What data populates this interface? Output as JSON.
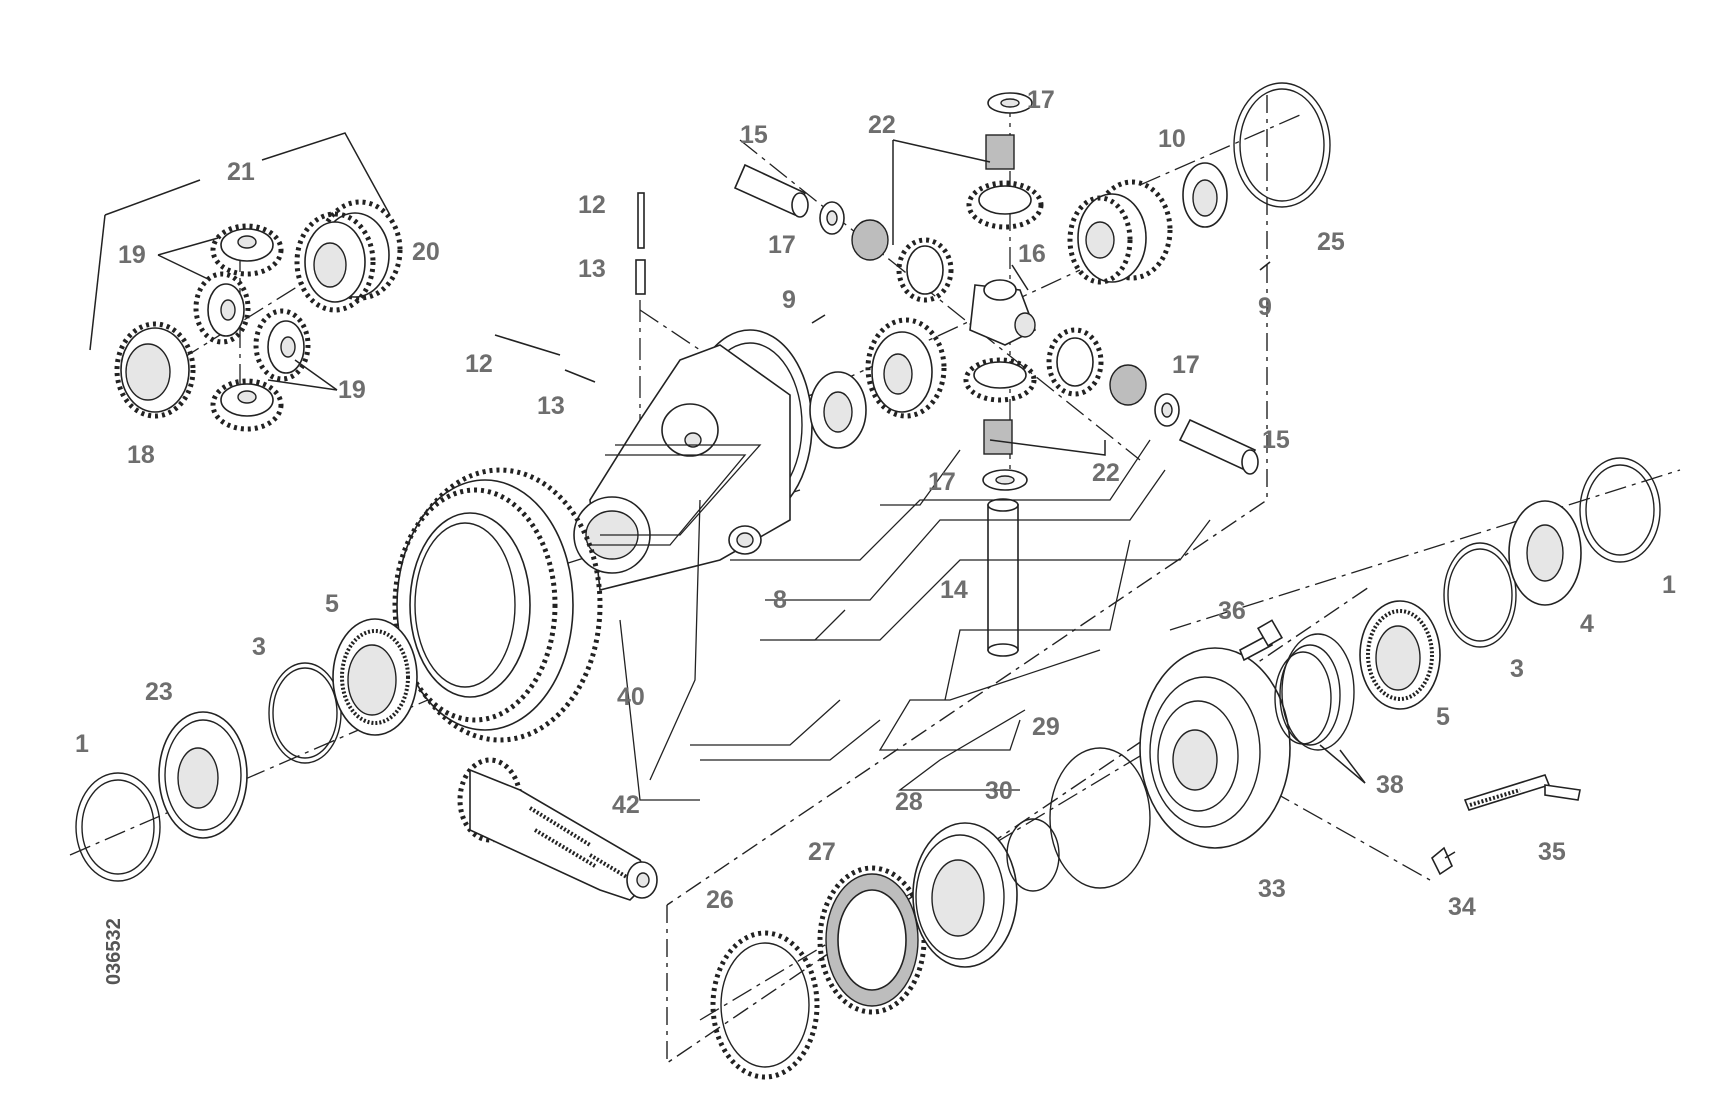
{
  "drawing_code": "036532",
  "callouts": [
    {
      "id": "c1a",
      "text": "1"
    },
    {
      "id": "c1b",
      "text": "1"
    },
    {
      "id": "c3a",
      "text": "3"
    },
    {
      "id": "c3b",
      "text": "3"
    },
    {
      "id": "c4",
      "text": "4"
    },
    {
      "id": "c5a",
      "text": "5"
    },
    {
      "id": "c5b",
      "text": "5"
    },
    {
      "id": "c8",
      "text": "8"
    },
    {
      "id": "c9a",
      "text": "9"
    },
    {
      "id": "c9b",
      "text": "9"
    },
    {
      "id": "c10",
      "text": "10"
    },
    {
      "id": "c12a",
      "text": "12"
    },
    {
      "id": "c12b",
      "text": "12"
    },
    {
      "id": "c13a",
      "text": "13"
    },
    {
      "id": "c13b",
      "text": "13"
    },
    {
      "id": "c14",
      "text": "14"
    },
    {
      "id": "c15a",
      "text": "15"
    },
    {
      "id": "c15b",
      "text": "15"
    },
    {
      "id": "c16",
      "text": "16"
    },
    {
      "id": "c17a",
      "text": "17"
    },
    {
      "id": "c17b",
      "text": "17"
    },
    {
      "id": "c17c",
      "text": "17"
    },
    {
      "id": "c17d",
      "text": "17"
    },
    {
      "id": "c18",
      "text": "18"
    },
    {
      "id": "c19a",
      "text": "19"
    },
    {
      "id": "c19b",
      "text": "19"
    },
    {
      "id": "c20",
      "text": "20"
    },
    {
      "id": "c21",
      "text": "21"
    },
    {
      "id": "c22a",
      "text": "22"
    },
    {
      "id": "c22b",
      "text": "22"
    },
    {
      "id": "c23",
      "text": "23"
    },
    {
      "id": "c25",
      "text": "25"
    },
    {
      "id": "c26",
      "text": "26"
    },
    {
      "id": "c27",
      "text": "27"
    },
    {
      "id": "c28",
      "text": "28"
    },
    {
      "id": "c29",
      "text": "29"
    },
    {
      "id": "c30",
      "text": "30"
    },
    {
      "id": "c33",
      "text": "33"
    },
    {
      "id": "c34",
      "text": "34"
    },
    {
      "id": "c35",
      "text": "35"
    },
    {
      "id": "c36",
      "text": "36"
    },
    {
      "id": "c38",
      "text": "38"
    },
    {
      "id": "c40",
      "text": "40"
    },
    {
      "id": "c42",
      "text": "42"
    }
  ]
}
